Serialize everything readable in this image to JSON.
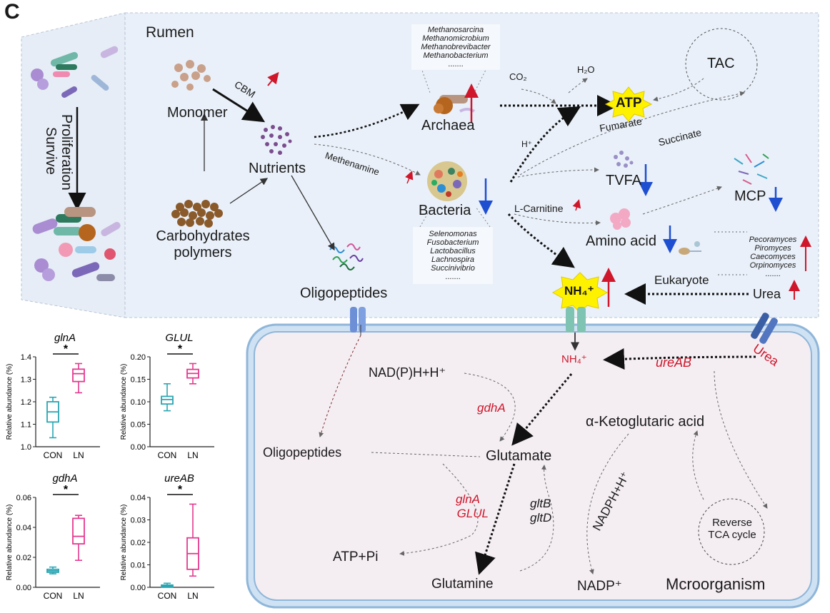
{
  "panel_letter": "C",
  "rumen": {
    "title": "Rumen",
    "monomer": "Monomer",
    "cbm": "CBM",
    "nutrients": "Nutrients",
    "carbohydrates_line1": "Carbohydrates",
    "carbohydrates_line2": "polymers",
    "oligopeptides": "Oligopeptides",
    "archaea": "Archaea",
    "bacteria": "Bacteria",
    "methenamine": "Methenamine",
    "archaea_genera": [
      "Methanosarcina",
      "Methanomicrobium",
      "Methanobrevibacter",
      "Methanobacterium",
      "......."
    ],
    "bacteria_genera": [
      "Selenomonas",
      "Fusobacterium",
      "Lactobacillus",
      "Lachnospira",
      "Succinivibrio",
      "......."
    ],
    "eukaryote_genera": [
      "Pecoramyces",
      "Piromyces",
      "Caecomyces",
      "Orpinomyces",
      "......."
    ],
    "co2": "CO₂",
    "h2o": "H₂O",
    "atp": "ATP",
    "tac": "TAC",
    "h_plus": "H⁺",
    "fumarate": "Fumarate",
    "succinate": "Succinate",
    "tvfa": "TVFA",
    "mcp": "MCP",
    "l_carnitine": "L-Carnitine",
    "amino_acid": "Amino acid",
    "eukaryote": "Eukaryote",
    "nh4": "NH₄⁺",
    "urea": "Urea"
  },
  "side": {
    "survive": "Survive",
    "proliferation": "Proliferation"
  },
  "cell": {
    "title": "Mcroorganism",
    "nh4": "NH₄⁺",
    "urea": "Urea",
    "ureab": "ureAB",
    "nadph_h": "NAD(P)H+H⁺",
    "gdha": "gdhA",
    "oligopeptides": "Oligopeptides",
    "glutamate": "Glutamate",
    "akg": "α-Ketoglutaric acid",
    "glna": "glnA",
    "glul": "GLUL",
    "gltb": "gltB",
    "gltd": "gltD",
    "nadph": "NADPH+H⁺",
    "reverse_tca_line1": "Reverse",
    "reverse_tca_line2": "TCA cycle",
    "atp_pi": "ATP+Pi",
    "glutamine": "Glutamine",
    "nadp": "NADP⁺"
  },
  "colors": {
    "rumen_bg": "#e9f0f9",
    "cell_bg": "#f4eef3",
    "cell_border": "#8fb6d9",
    "con": "#2aa6b3",
    "ln": "#e3398f",
    "red": "#d0162a",
    "blue": "#1f4fd1",
    "atp_star": "#fff200"
  },
  "chart_data": [
    {
      "type": "box",
      "title": "glnA",
      "ylabel": "Relative abundance (%)",
      "categories": [
        "CON",
        "LN"
      ],
      "ylim": [
        1.0,
        1.4
      ],
      "yticks": [
        "1.0",
        "1.1",
        "1.2",
        "1.3",
        "1.4"
      ],
      "series": [
        {
          "name": "CON",
          "min": 1.04,
          "q1": 1.11,
          "median": 1.155,
          "q3": 1.2,
          "max": 1.22
        },
        {
          "name": "LN",
          "min": 1.24,
          "q1": 1.29,
          "median": 1.325,
          "q3": 1.345,
          "max": 1.37
        }
      ],
      "annotation": "*"
    },
    {
      "type": "box",
      "title": "GLUL",
      "ylabel": "Relative abundance (%)",
      "categories": [
        "CON",
        "LN"
      ],
      "ylim": [
        0.0,
        0.2
      ],
      "yticks": [
        "0.00",
        "0.05",
        "0.10",
        "0.15",
        "0.20"
      ],
      "series": [
        {
          "name": "CON",
          "min": 0.08,
          "q1": 0.095,
          "median": 0.105,
          "q3": 0.112,
          "max": 0.14
        },
        {
          "name": "LN",
          "min": 0.14,
          "q1": 0.153,
          "median": 0.163,
          "q3": 0.172,
          "max": 0.185
        }
      ],
      "annotation": "*"
    },
    {
      "type": "box",
      "title": "gdhA",
      "ylabel": "Relative abundance (%)",
      "categories": [
        "CON",
        "LN"
      ],
      "ylim": [
        0.0,
        0.06
      ],
      "yticks": [
        "0.00",
        "0.02",
        "0.04",
        "0.06"
      ],
      "series": [
        {
          "name": "CON",
          "min": 0.009,
          "q1": 0.01,
          "median": 0.011,
          "q3": 0.012,
          "max": 0.0135
        },
        {
          "name": "LN",
          "min": 0.018,
          "q1": 0.029,
          "median": 0.034,
          "q3": 0.046,
          "max": 0.048
        }
      ],
      "annotation": "*"
    },
    {
      "type": "box",
      "title": "ureAB",
      "ylabel": "Relative abundance (%)",
      "categories": [
        "CON",
        "LN"
      ],
      "ylim": [
        0.0,
        0.04
      ],
      "yticks": [
        "0.00",
        "0.01",
        "0.02",
        "0.03",
        "0.04"
      ],
      "series": [
        {
          "name": "CON",
          "min": 0.0,
          "q1": 0.0002,
          "median": 0.0006,
          "q3": 0.001,
          "max": 0.0018
        },
        {
          "name": "LN",
          "min": 0.005,
          "q1": 0.008,
          "median": 0.015,
          "q3": 0.022,
          "max": 0.037
        }
      ],
      "annotation": "*"
    }
  ]
}
